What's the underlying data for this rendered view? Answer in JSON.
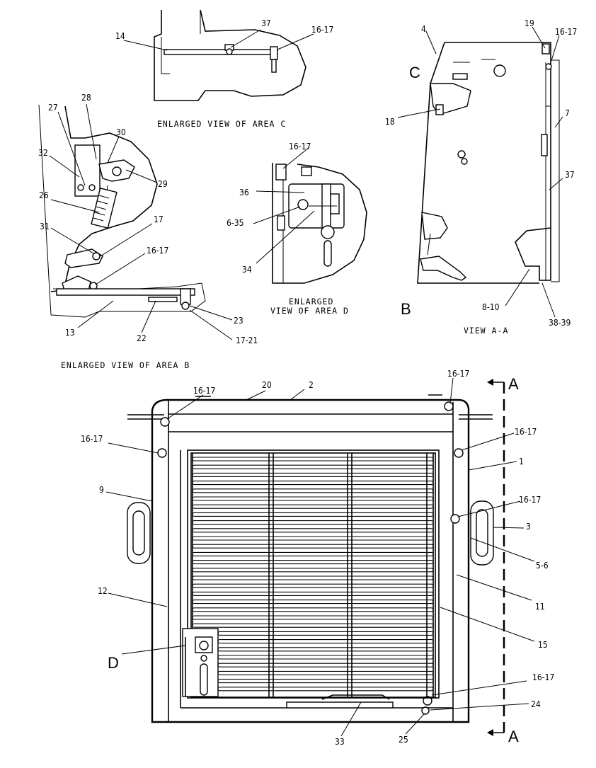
{
  "captions": {
    "view_c": "ENLARGED VIEW OF AREA C",
    "view_d_1": "ENLARGED",
    "view_d_2": "VIEW OF AREA D",
    "view_b": "ENLARGED VIEW OF AREA B",
    "view_aa": "VIEW A-A"
  },
  "area_letters": {
    "c": "C",
    "b": "B",
    "d": "D",
    "a_top": "A",
    "a_bottom": "A"
  },
  "callouts": {
    "c14": "14",
    "c37a": "37",
    "c1617a": "16-17",
    "c28": "28",
    "c27": "27",
    "c30": "30",
    "c32": "32",
    "c29": "29",
    "c26": "26",
    "c31": "31",
    "c17": "17",
    "c1617b": "16-17",
    "c13": "13",
    "c22": "22",
    "c23": "23",
    "c1721": "17-21",
    "c1617c": "16-17",
    "c36": "36",
    "c635": "6-35",
    "c34": "34",
    "c4": "4",
    "c19": "19",
    "c1617d": "16-17",
    "c7": "7",
    "c18": "18",
    "c37b": "37",
    "c810": "8-10",
    "c3839": "38-39",
    "c20": "20",
    "c2": "2",
    "c1617e": "16-17",
    "c1617f": "16-17",
    "c1617g": "16-17",
    "c1617h": "16-17",
    "c1": "1",
    "c9": "9",
    "c1617i": "16-17",
    "c3": "3",
    "c56": "5-6",
    "c12": "12",
    "c11": "11",
    "c15": "15",
    "c1617j": "16-17",
    "c24": "24",
    "c33": "33",
    "c25": "25"
  }
}
